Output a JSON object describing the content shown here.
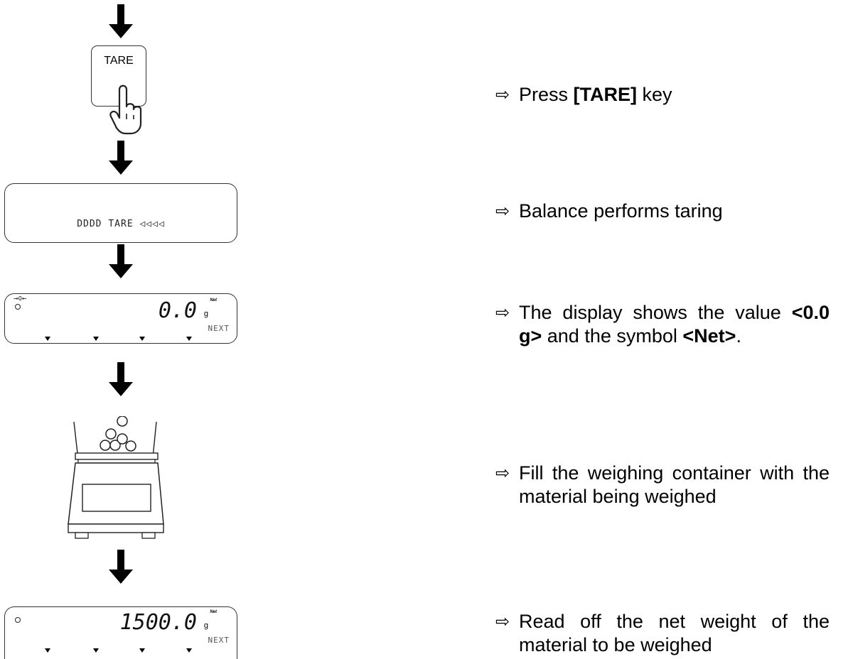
{
  "steps": [
    {
      "parts": [
        {
          "t": "Press ",
          "b": false
        },
        {
          "t": "[TARE]",
          "b": true
        },
        {
          "t": " key",
          "b": false
        }
      ]
    },
    {
      "parts": [
        {
          "t": "Balance performs taring",
          "b": false
        }
      ]
    },
    {
      "parts": [
        {
          "t": "The display shows the value ",
          "b": false
        },
        {
          "t": "<0.0 g>",
          "b": true
        },
        {
          "t": " and the symbol ",
          "b": false
        },
        {
          "t": "<Net>",
          "b": true
        },
        {
          "t": ".",
          "b": false
        }
      ]
    },
    {
      "parts": [
        {
          "t": "Fill the weighing container with the material being weighed",
          "b": false
        }
      ]
    },
    {
      "parts": [
        {
          "t": "Read off the net weight of the material to be weighed",
          "b": false
        }
      ]
    }
  ],
  "arrow_symbol": "⇨",
  "key": {
    "label": "TARE"
  },
  "display_taring": {
    "text": "DDDD TARE ◁◁◁◁"
  },
  "display_zero": {
    "value": "0.0",
    "unit": "g",
    "net": "Net",
    "softkey": "NEXT",
    "stability": "→0←"
  },
  "display_final": {
    "value": "1500.0",
    "unit": "g",
    "net": "Net",
    "softkey": "NEXT"
  }
}
